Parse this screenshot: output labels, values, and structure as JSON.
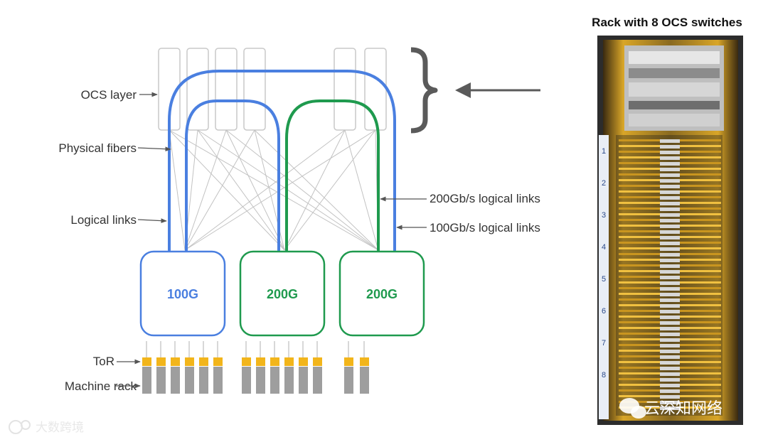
{
  "labels": {
    "ocs_layer": "OCS layer",
    "physical_fibers": "Physical fibers",
    "logical_links": "Logical links",
    "link_200": "200Gb/s logical links",
    "link_100": "100Gb/s  logical links",
    "tor": "ToR",
    "machine_rack": "Machine rack"
  },
  "switches": [
    {
      "label": "100G",
      "color": "#4a7fe0"
    },
    {
      "label": "200G",
      "color": "#1f9a4e"
    },
    {
      "label": "200G",
      "color": "#1f9a4e"
    }
  ],
  "photo": {
    "title": "Rack with 8 OCS switches",
    "slot_numbers": [
      "1",
      "2",
      "3",
      "4",
      "5",
      "6",
      "7",
      "8"
    ]
  },
  "watermarks": {
    "wechat": "云深知网络",
    "corner": "大数跨境"
  },
  "colors": {
    "blue": "#4a7fe0",
    "green": "#1f9a4e",
    "tor": "#f2b51b",
    "rack": "#9e9e9e",
    "fiber": "#bdbdbd"
  }
}
